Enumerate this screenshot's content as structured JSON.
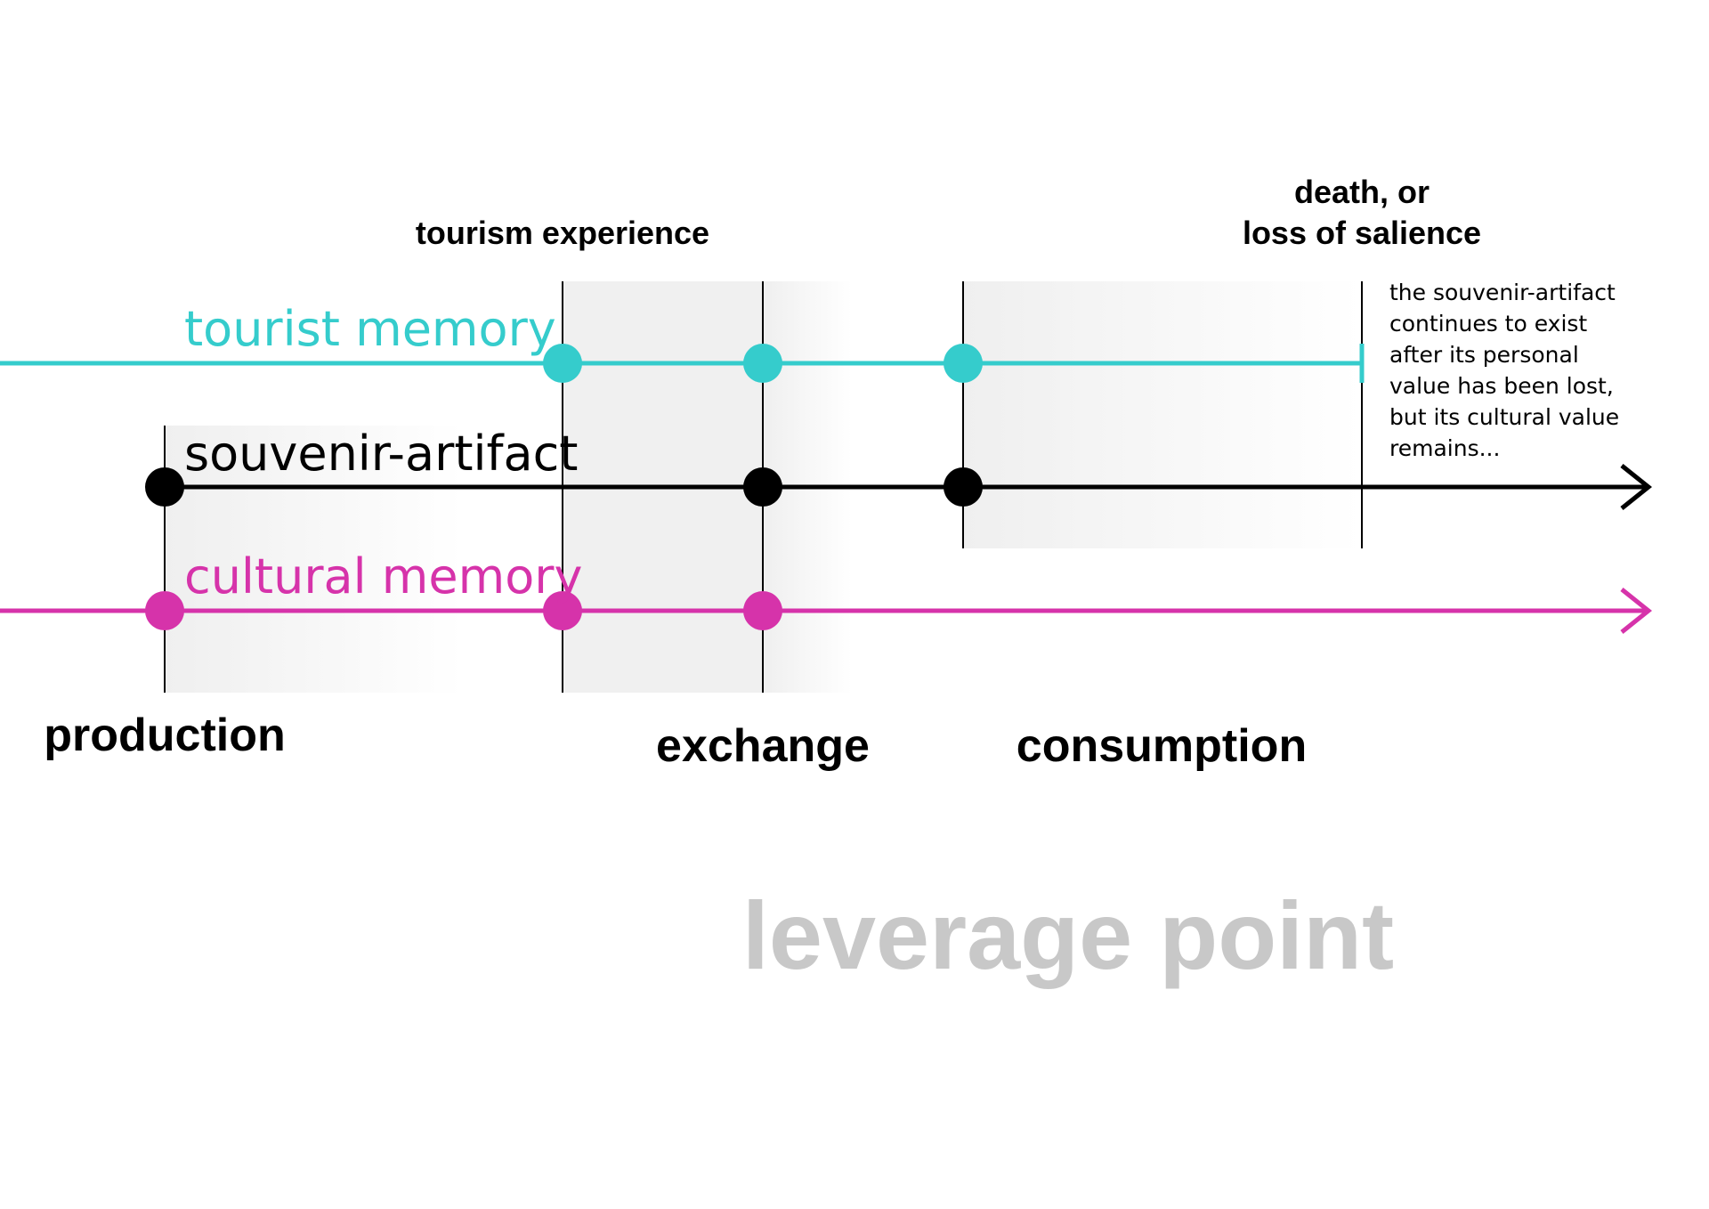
{
  "colors": {
    "tourist": "#35cccc",
    "artifact": "#000000",
    "cultural": "#d633aa",
    "leverage": "#c8c8c8",
    "shade": "#f0f0f0"
  },
  "top_labels": {
    "tourism": "tourism experience",
    "death_line1": "death, or",
    "death_line2": "loss of salience"
  },
  "lines": {
    "tourist": "tourist memory",
    "artifact": "souvenir-artifact",
    "cultural": "cultural memory"
  },
  "note": [
    "the souvenir-artifact",
    "continues to exist",
    "after its personal",
    "value has been lost,",
    "but its cultural value",
    "remains..."
  ],
  "stages": {
    "production": "production",
    "exchange": "exchange",
    "consumption": "consumption"
  },
  "leverage": "leverage point"
}
